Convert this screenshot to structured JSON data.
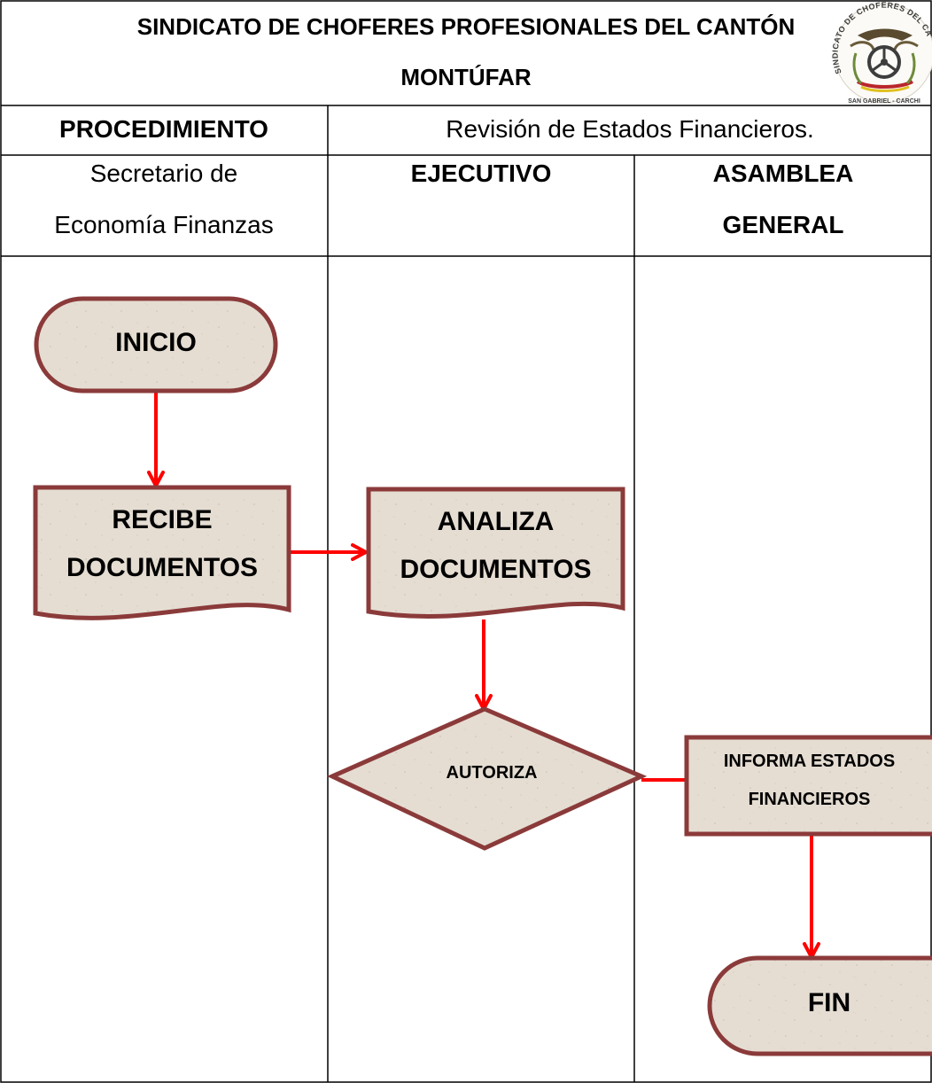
{
  "header": {
    "title_line1": "SINDICATO DE CHOFERES PROFESIONALES DEL CANTÓN",
    "title_line2": "MONTÚFAR",
    "logo_ring_text": "SINDICATO DE CHOFERES DEL CANTÓN",
    "logo_place_text": "SAN GABRIEL - CARCHI"
  },
  "procedure": {
    "label": "PROCEDIMIENTO",
    "value": "Revisión de Estados Financieros."
  },
  "lanes": [
    {
      "line1": "Secretario de",
      "line2": "Economía Finanzas"
    },
    {
      "line1": "EJECUTIVO",
      "line2": ""
    },
    {
      "line1": "ASAMBLEA",
      "line2": "GENERAL"
    }
  ],
  "flow": {
    "start": "INICIO",
    "receive_line1": "RECIBE",
    "receive_line2": "DOCUMENTOS",
    "analyze_line1": "ANALIZA",
    "analyze_line2": "DOCUMENTOS",
    "decision": "AUTORIZA",
    "inform_line1": "INFORMA ESTADOS",
    "inform_line2": "FINANCIEROS",
    "end": "FIN"
  },
  "colors": {
    "shape_fill": "#e5ddd2",
    "shape_border": "#8b3a3a",
    "arrow": "#ff0000",
    "grid": "#000000"
  }
}
